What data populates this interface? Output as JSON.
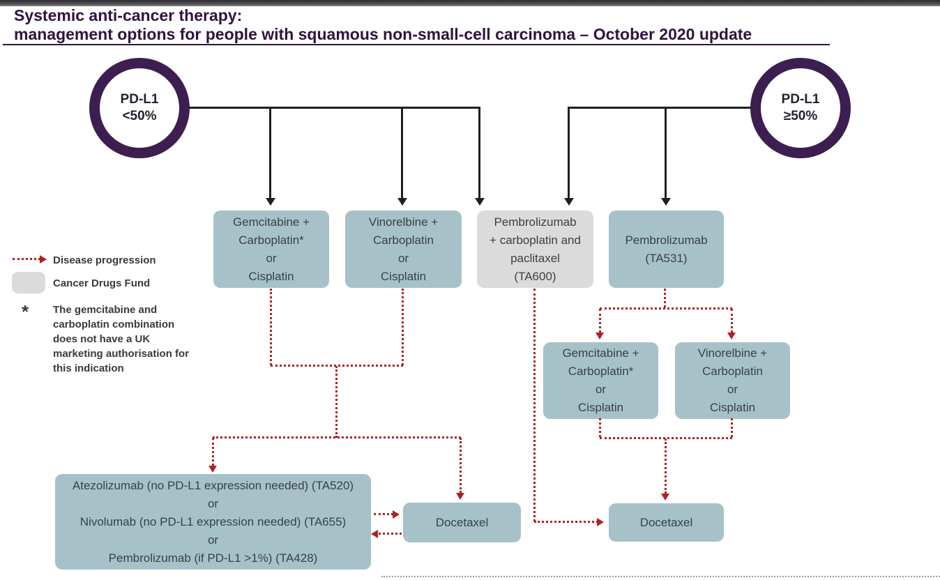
{
  "colors": {
    "title_purple": "#31123f",
    "circle_purple": "#3c1e50",
    "node_teal": "#a6c2c8",
    "cancer_drugs_fund_grey": "#dbdbdb",
    "progression_red": "#b02024",
    "line_black": "#1f1f1f",
    "node_text": "#3a4045"
  },
  "title": {
    "line1": "Systemic anti-cancer therapy:",
    "line2": "management options for people with squamous non-small-cell carcinoma – October 2020 update"
  },
  "legend": {
    "disease_progression": "Disease progression",
    "cancer_drugs_fund": "Cancer Drugs Fund",
    "asterisk": "*",
    "asterisk_note": "The gemcitabine and carboplatin combination does not have a UK marketing authorisation for this indication"
  },
  "nodes": {
    "pdl1_low": {
      "line1": "PD-L1",
      "line2": "<50%"
    },
    "pdl1_high": {
      "line1": "PD-L1",
      "line2": "≥50%"
    },
    "gem_carbo_first": {
      "lines": [
        "Gemcitabine +",
        "Carboplatin*",
        "or",
        "Cisplatin"
      ]
    },
    "vino_carbo_first": {
      "lines": [
        "Vinorelbine +",
        "Carboplatin",
        "or",
        "Cisplatin"
      ]
    },
    "pembro_carbo_pacl": {
      "lines": [
        "Pembrolizumab",
        "+ carboplatin and",
        "paclitaxel",
        "(TA600)"
      ]
    },
    "pembro_ta531": {
      "lines": [
        "Pembrolizumab",
        "(TA531)"
      ]
    },
    "gem_carbo_second": {
      "lines": [
        "Gemcitabine +",
        "Carboplatin*",
        "or",
        "Cisplatin"
      ]
    },
    "vino_carbo_second": {
      "lines": [
        "Vinorelbine +",
        "Carboplatin",
        "or",
        "Cisplatin"
      ]
    },
    "immuno_options": {
      "lines": [
        "Atezolizumab (no PD-L1 expression needed) (TA520)",
        "or",
        "Nivolumab (no PD-L1 expression needed) (TA655)",
        "or",
        "Pembrolizumab (if PD-L1 >1%) (TA428)"
      ]
    },
    "docetaxel_left": {
      "label": "Docetaxel"
    },
    "docetaxel_right": {
      "label": "Docetaxel"
    }
  }
}
